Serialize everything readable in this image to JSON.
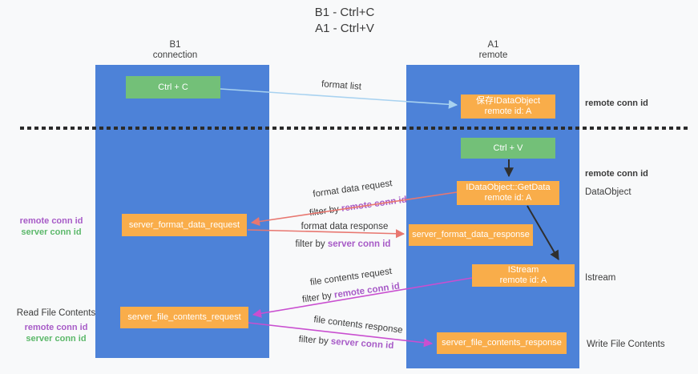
{
  "title": {
    "line1": "B1 - Ctrl+C",
    "line2": "A1 - Ctrl+V"
  },
  "columns": {
    "left": {
      "name": "B1",
      "role": "connection"
    },
    "right": {
      "name": "A1",
      "role": "remote"
    }
  },
  "boxes": {
    "ctrl_c": {
      "label": "Ctrl + C"
    },
    "ctrl_v": {
      "label": "Ctrl + V"
    },
    "save_dataobject": {
      "line1": "保存IDataObject",
      "line2": "remote id: A"
    },
    "getdata": {
      "line1": "IDataObject::GetData",
      "line2": "remote id: A"
    },
    "istream": {
      "line1": "IStream",
      "line2": "remote id: A"
    },
    "format_request": {
      "label": "server_format_data_request"
    },
    "format_response": {
      "label": "server_format_data_response"
    },
    "file_request": {
      "label": "server_file_contents_request"
    },
    "file_response": {
      "label": "server_file_contents_response"
    }
  },
  "flow_labels": {
    "format_list": "format list",
    "format_data_request": "format data request",
    "format_data_response": "format data response",
    "file_contents_request": "file contents request",
    "file_contents_response": "file contents response",
    "filter_by": "filter by "
  },
  "conn_ids": {
    "remote": "remote conn id",
    "server": "server conn id"
  },
  "side_labels": {
    "dataobject": "DataObject",
    "istream": "Istream",
    "read_file_contents": "Read File Contents",
    "write_file_contents": "Write File Contents"
  },
  "colors": {
    "bg": "#f8f9fa",
    "column_blue": "#4d82d8",
    "box_orange": "#f9ad4a",
    "box_green": "#73c078",
    "purple": "#a75bc7",
    "green_text": "#5cb86a",
    "salmon": "#e87770",
    "magenta": "#c94fd0",
    "light_blue": "#a8d2f0",
    "dark_text": "#3b3b3b",
    "dash": "#2b2b2b"
  }
}
